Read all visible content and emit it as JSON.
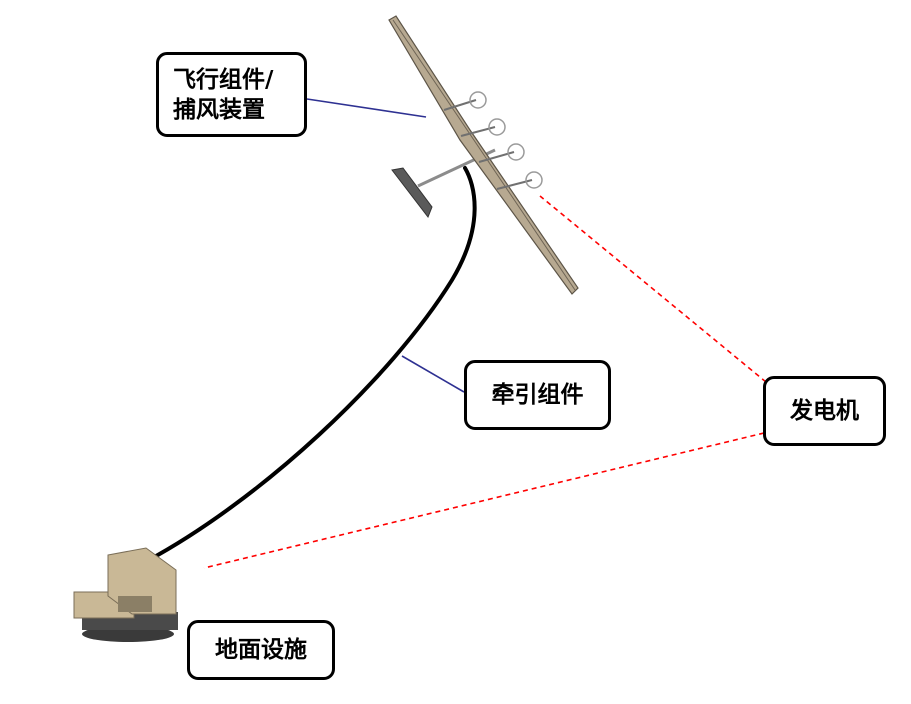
{
  "labels": {
    "flight_assembly": "飞行组件/\n捕风装置",
    "tether_assembly": "牵引组件",
    "generator": "发电机",
    "ground_station": "地面设施"
  },
  "colors": {
    "leader_line": "#2e3192",
    "dashed_line": "#ff0000",
    "tether": "#000000",
    "box_border": "#000000",
    "wing": "#b7a991",
    "ground_unit": "#c9b896"
  }
}
